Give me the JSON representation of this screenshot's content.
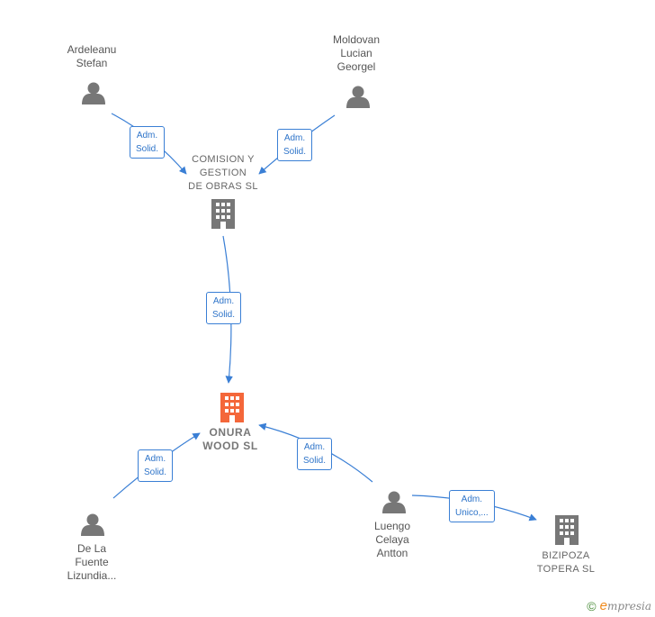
{
  "nodes": {
    "ardeleanu": {
      "lines": [
        "Ardeleanu",
        "Stefan"
      ],
      "kind": "person"
    },
    "moldovan": {
      "lines": [
        "Moldovan",
        "Lucian",
        "Georgel"
      ],
      "kind": "person"
    },
    "comision": {
      "lines": [
        "COMISION Y",
        "GESTION",
        "DE OBRAS  SL"
      ],
      "kind": "company"
    },
    "onura": {
      "lines": [
        "ONURA",
        "WOOD  SL"
      ],
      "kind": "company-focus"
    },
    "delafuente": {
      "lines": [
        "De La",
        "Fuente",
        "Lizundia..."
      ],
      "kind": "person"
    },
    "luengo": {
      "lines": [
        "Luengo",
        "Celaya",
        "Antton"
      ],
      "kind": "person"
    },
    "bizipoza": {
      "lines": [
        "BIZIPOZA",
        "TOPERA  SL"
      ],
      "kind": "company"
    }
  },
  "edges": {
    "e1": {
      "lines": [
        "Adm.",
        "Solid."
      ]
    },
    "e2": {
      "lines": [
        "Adm.",
        "Solid."
      ]
    },
    "e3": {
      "lines": [
        "Adm.",
        "Solid."
      ]
    },
    "e4": {
      "lines": [
        "Adm.",
        "Solid."
      ]
    },
    "e5": {
      "lines": [
        "Adm.",
        "Solid."
      ]
    },
    "e6": {
      "lines": [
        "Adm.",
        "Unico,..."
      ]
    }
  },
  "footer": {
    "copyright": "©",
    "brand_initial": "e",
    "brand_rest": "mpresia"
  },
  "colors": {
    "edge": "#3a7fd5",
    "person_icon": "#777777",
    "company_icon": "#777777",
    "focus_icon": "#f4673a"
  }
}
